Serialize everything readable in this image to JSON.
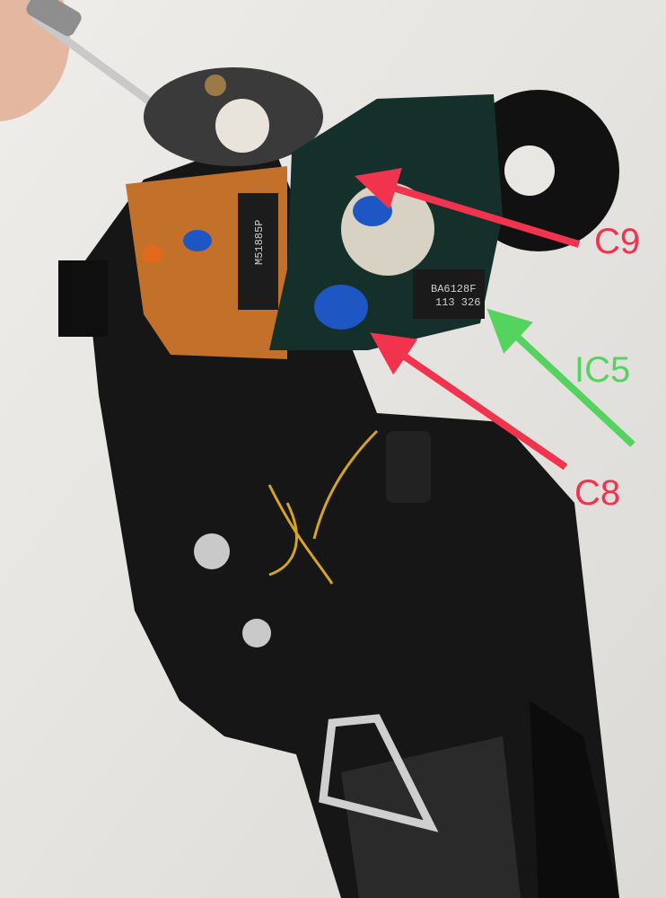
{
  "annotations": [
    {
      "label": "C9",
      "color": "#f2334d"
    },
    {
      "label": "IC5",
      "color": "#55d35f"
    },
    {
      "label": "C8",
      "color": "#f2334d"
    }
  ],
  "chips": {
    "ic5_marking_line1": "BA6128F",
    "ic5_marking_line2": "113 326",
    "left_chip_marking": "M51885P"
  },
  "colors": {
    "background": "#e9e7e4",
    "camera_body": "#141414",
    "flex_pcb": "#c2702a",
    "main_pcb": "#15302a",
    "capacitor": "#1e56c4"
  }
}
